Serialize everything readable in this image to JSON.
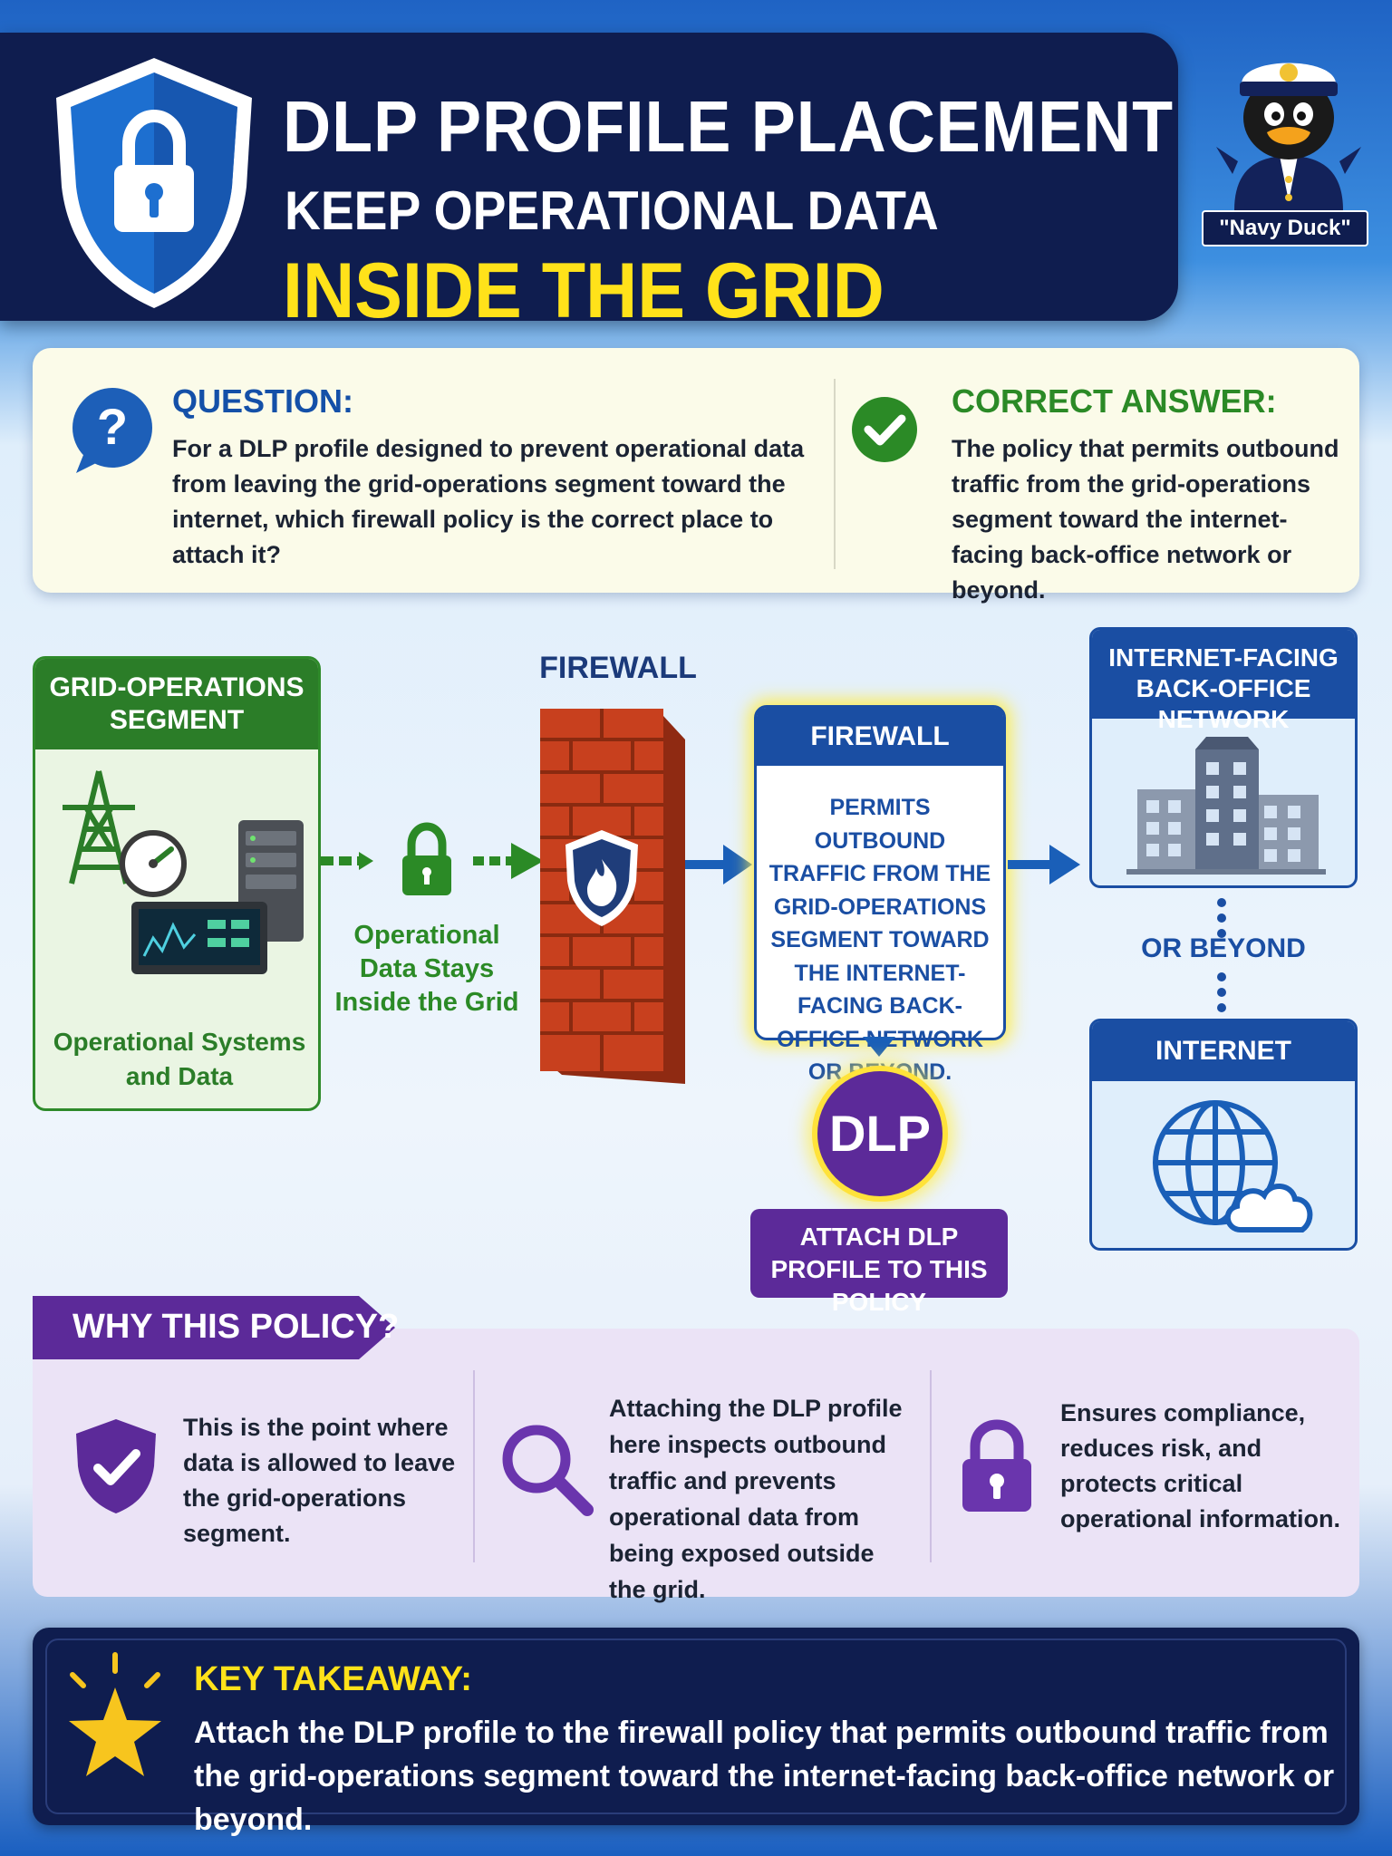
{
  "header": {
    "title_line1": "DLP PROFILE PLACEMENT",
    "title_line2": "KEEP OPERATIONAL DATA",
    "title_line3": "INSIDE THE GRID",
    "mascot_label": "\"Navy Duck\""
  },
  "question": {
    "title": "QUESTION:",
    "text": "For a DLP profile designed to prevent operational data from leaving the grid-operations segment toward the internet, which firewall policy is the correct place to attach it?"
  },
  "answer": {
    "title": "CORRECT ANSWER:",
    "text": "The policy that permits outbound traffic from the grid-operations segment toward the internet-facing back-office network or beyond."
  },
  "diagram": {
    "grid_segment": {
      "title": "GRID-OPERATIONS SEGMENT",
      "caption": "Operational Systems and Data"
    },
    "flow_caption": "Operational Data Stays Inside the Grid",
    "firewall_label": "FIREWALL",
    "policy": {
      "title": "FIREWALL POLICY",
      "text": "PERMITS OUTBOUND TRAFFIC FROM THE GRID-OPERATIONS SEGMENT TOWARD THE INTERNET-FACING BACK-OFFICE NETWORK OR BEYOND."
    },
    "dlp_label": "DLP",
    "attach_label": "ATTACH DLP PROFILE TO THIS POLICY",
    "backoffice_title": "INTERNET-FACING BACK-OFFICE NETWORK",
    "or_beyond": "OR BEYOND",
    "internet_title": "INTERNET"
  },
  "why": {
    "title": "WHY THIS POLICY?",
    "points": [
      {
        "icon": "shield-check-icon",
        "text": "This is the point where data is allowed to leave the grid-operations segment."
      },
      {
        "icon": "magnifier-icon",
        "text": "Attaching the DLP profile here inspects outbound traffic and prevents operational data from being exposed outside the grid."
      },
      {
        "icon": "lock-icon",
        "text": "Ensures compliance, reduces risk, and protects critical operational information."
      }
    ]
  },
  "takeaway": {
    "title": "KEY TAKEAWAY:",
    "text": "Attach the DLP profile to the firewall policy that permits outbound traffic from the grid-operations segment toward the internet-facing back-office network or beyond."
  },
  "colors": {
    "navy": "#0f1d4f",
    "blue": "#1a4ea3",
    "green": "#2b7d28",
    "purple": "#5c2a99",
    "yellow": "#ffe21a",
    "brick": "#c8401e"
  }
}
